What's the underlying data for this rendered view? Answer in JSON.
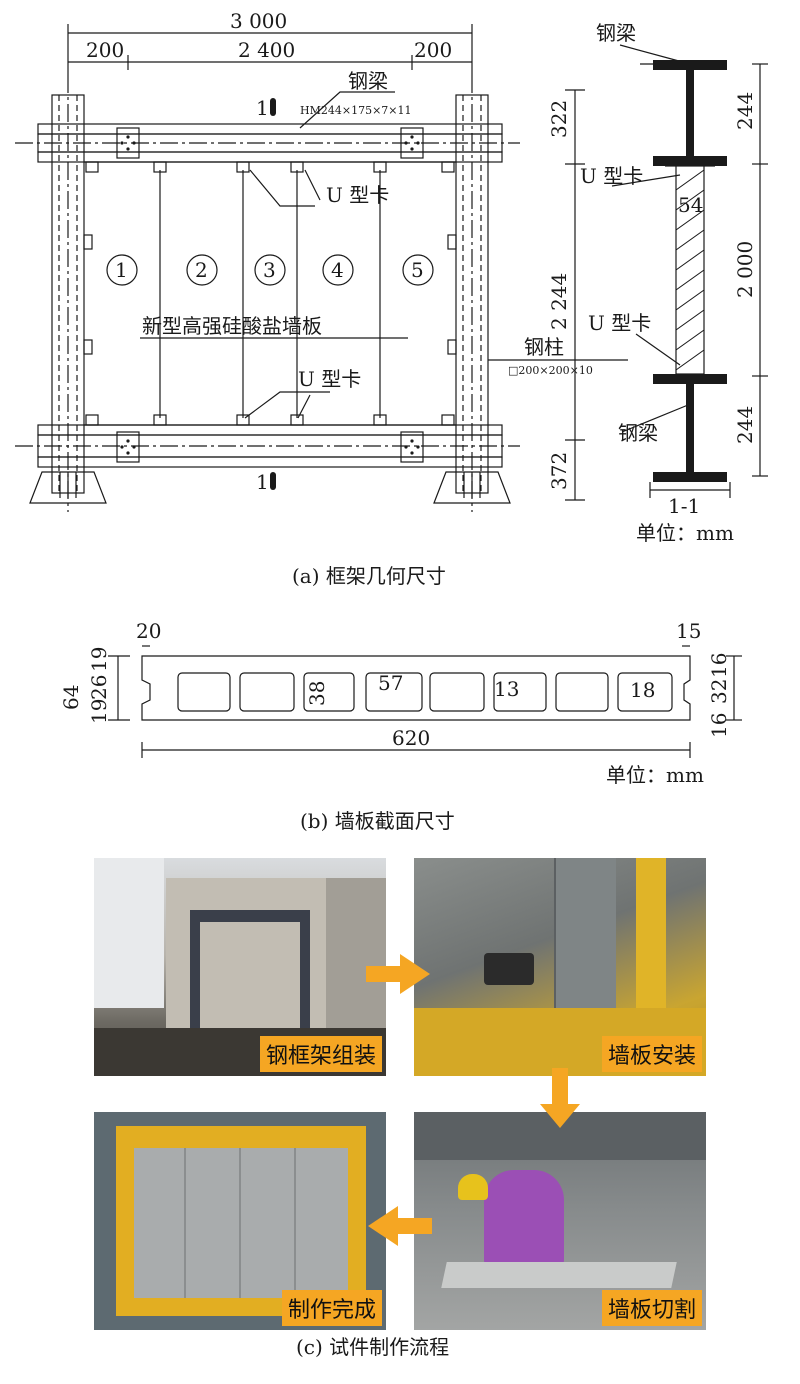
{
  "panel_a": {
    "dims": {
      "total": "3 000",
      "side_left": "200",
      "middle": "2 400",
      "side_right": "200",
      "left_top": "322",
      "left_mid": "2 244",
      "left_bottom": "372",
      "right_top": "244",
      "right_mid": "2 000",
      "right_bottom": "244",
      "panel_thickness": "54",
      "section_mark": "1-1",
      "cut_mark": "1"
    },
    "labels": {
      "steel_beam": "钢梁",
      "beam_spec": "HM244×175×7×11",
      "u_clip": "U 型卡",
      "wall_panel": "新型高强硅酸盐墙板",
      "steel_column": "钢柱",
      "column_spec": "□200×200×10",
      "unit": "单位：mm"
    },
    "panel_numbers": [
      "1",
      "2",
      "3",
      "4",
      "5"
    ],
    "caption": "(a) 框架几何尺寸"
  },
  "panel_b": {
    "dims": {
      "top_left": "20",
      "left_total": "64",
      "left_a": "19",
      "left_b": "26",
      "left_c": "19",
      "top_right": "15",
      "right_a": "16",
      "right_b": "32",
      "right_c": "16",
      "hole_h": "38",
      "hole_w": "57",
      "rib": "13",
      "hole_r": "18",
      "total_w": "620"
    },
    "unit": "单位：mm",
    "caption": "(b) 墙板截面尺寸"
  },
  "panel_c": {
    "steps": [
      "钢框架组装",
      "墙板安装",
      "墙板切割",
      "制作完成"
    ],
    "caption": "(c) 试件制作流程",
    "arrow_color": "#f5a623"
  }
}
